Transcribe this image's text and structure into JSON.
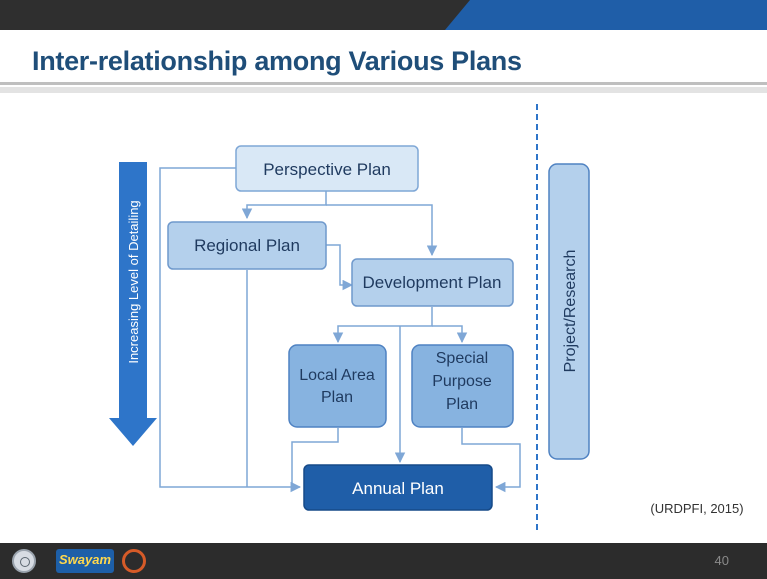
{
  "slide": {
    "title": "Inter-relationship among Various Plans",
    "page_number": "40",
    "citation": "(URDPFI, 2015)"
  },
  "diagram": {
    "arrow_label": "Increasing Level of Detailing",
    "side_label": "Project/Research",
    "nodes": {
      "perspective": "Perspective Plan",
      "regional": "Regional Plan",
      "development": "Development Plan",
      "local_area": [
        "Local Area",
        "Plan"
      ],
      "special_purpose": [
        "Special",
        "Purpose",
        "Plan"
      ],
      "annual": "Annual Plan"
    }
  },
  "footer": {
    "logo_text": "Swayam"
  },
  "colors": {
    "title": "#1f4e79",
    "light_box": "#d9e8f6",
    "mid_box": "#b4d0ec",
    "dark_box": "#87b3e0",
    "annual_box": "#1f5ea8",
    "connector": "#7fa7d6",
    "detail_arrow": "#2e75c9"
  }
}
